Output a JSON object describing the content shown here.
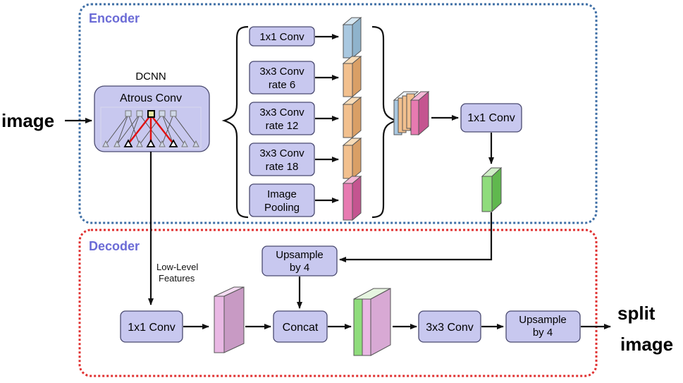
{
  "io": {
    "input_label": "image",
    "output_label_line1": "split",
    "output_label_line2": "image"
  },
  "encoder": {
    "title": "Encoder",
    "dcnn_label": "DCNN",
    "atrous_block_label": "Atrous Conv",
    "branches": [
      {
        "line1": "1x1 Conv",
        "line2": ""
      },
      {
        "line1": "3x3 Conv",
        "line2": "rate 6"
      },
      {
        "line1": "3x3 Conv",
        "line2": "rate 12"
      },
      {
        "line1": "3x3 Conv",
        "line2": "rate 18"
      },
      {
        "line1": "Image",
        "line2": "Pooling"
      }
    ],
    "fuse_conv_label": "1x1 Conv"
  },
  "decoder": {
    "title": "Decoder",
    "low_level_line1": "Low-Level",
    "low_level_line2": "Features",
    "conv1x1_label": "1x1 Conv",
    "upsample1_line1": "Upsample",
    "upsample1_line2": "by 4",
    "concat_label": "Concat",
    "conv3x3_label": "3x3 Conv",
    "upsample2_line1": "Upsample",
    "upsample2_line2": "by 4"
  },
  "colors": {
    "encoder_border": "#3f6fa6",
    "decoder_border": "#e03030",
    "section_title": "#6b6bd6",
    "block_fill": "#c8c8ef",
    "feature_blue": "#a9c8e0",
    "feature_orange": "#f2c08e",
    "feature_pink": "#e77ab1",
    "feature_green": "#8fdc7c",
    "feature_lavender": "#e9b8e4",
    "atrous_highlight": "#e01010"
  }
}
